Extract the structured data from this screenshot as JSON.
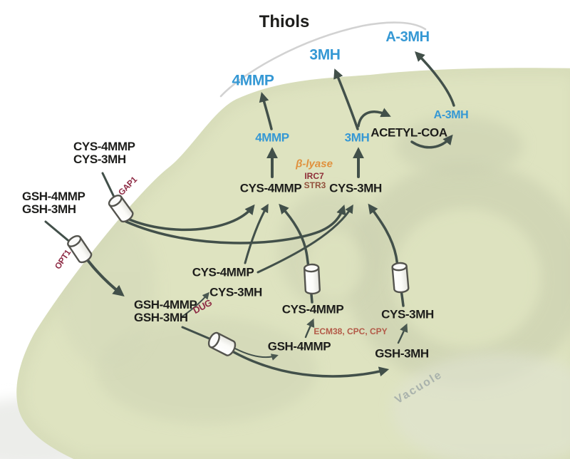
{
  "colors": {
    "thiol_blue": "#3598d4",
    "text_black": "#1d1d1b",
    "arrow_green_gray": "#42504a",
    "transporter_label_crimson": "#8e2b45",
    "beta_lyase_orange": "#e0913e",
    "irc7_maroon": "#8e2e38",
    "str3_brown": "#92503c",
    "peptidase_brick": "#b35a48",
    "cell_fill": "#dee3c0",
    "arc_gray": "#d2d2d2",
    "vacuole_text_gray": "#a9b2ac"
  },
  "diagram": {
    "title": "Thiols",
    "extracellular": {
      "thiol_4mmp": "4MMP",
      "thiol_3mh": "3MH",
      "thiol_a3mh": "A-3MH",
      "cys_conjugates_line1": "CYS-4MMP",
      "cys_conjugates_line2": "CYS-3MH",
      "gsh_conjugates_line1": "GSH-4MMP",
      "gsh_conjugates_line2": "GSH-3MH"
    },
    "membrane_transporters": {
      "gap1": "GAP1",
      "opt1": "OPT1"
    },
    "cytosol": {
      "thiol_4mmp": "4MMP",
      "thiol_3mh": "3MH",
      "thiol_a3mh": "A-3MH",
      "acetyl_coa": "ACETYL-COA",
      "cys_4mmp": "CYS-4MMP",
      "cys_3mh": "CYS-3MH",
      "beta_lyase": "β-lyase",
      "irc7": "IRC7",
      "str3": "STR3",
      "gsh_line1": "GSH-4MMP",
      "gsh_line2": "GSH-3MH",
      "dug": "DUG",
      "cys_product_4mmp": "CYS-4MMP",
      "cys_product_3mh": "CYS-3MH"
    },
    "vacuole": {
      "label": "Vacuole",
      "cys_4mmp": "CYS-4MMP",
      "cys_3mh": "CYS-3MH",
      "gsh_4mmp": "GSH-4MMP",
      "gsh_3mh": "GSH-3MH",
      "peptidases": "ECM38, CPC, CPY"
    }
  }
}
